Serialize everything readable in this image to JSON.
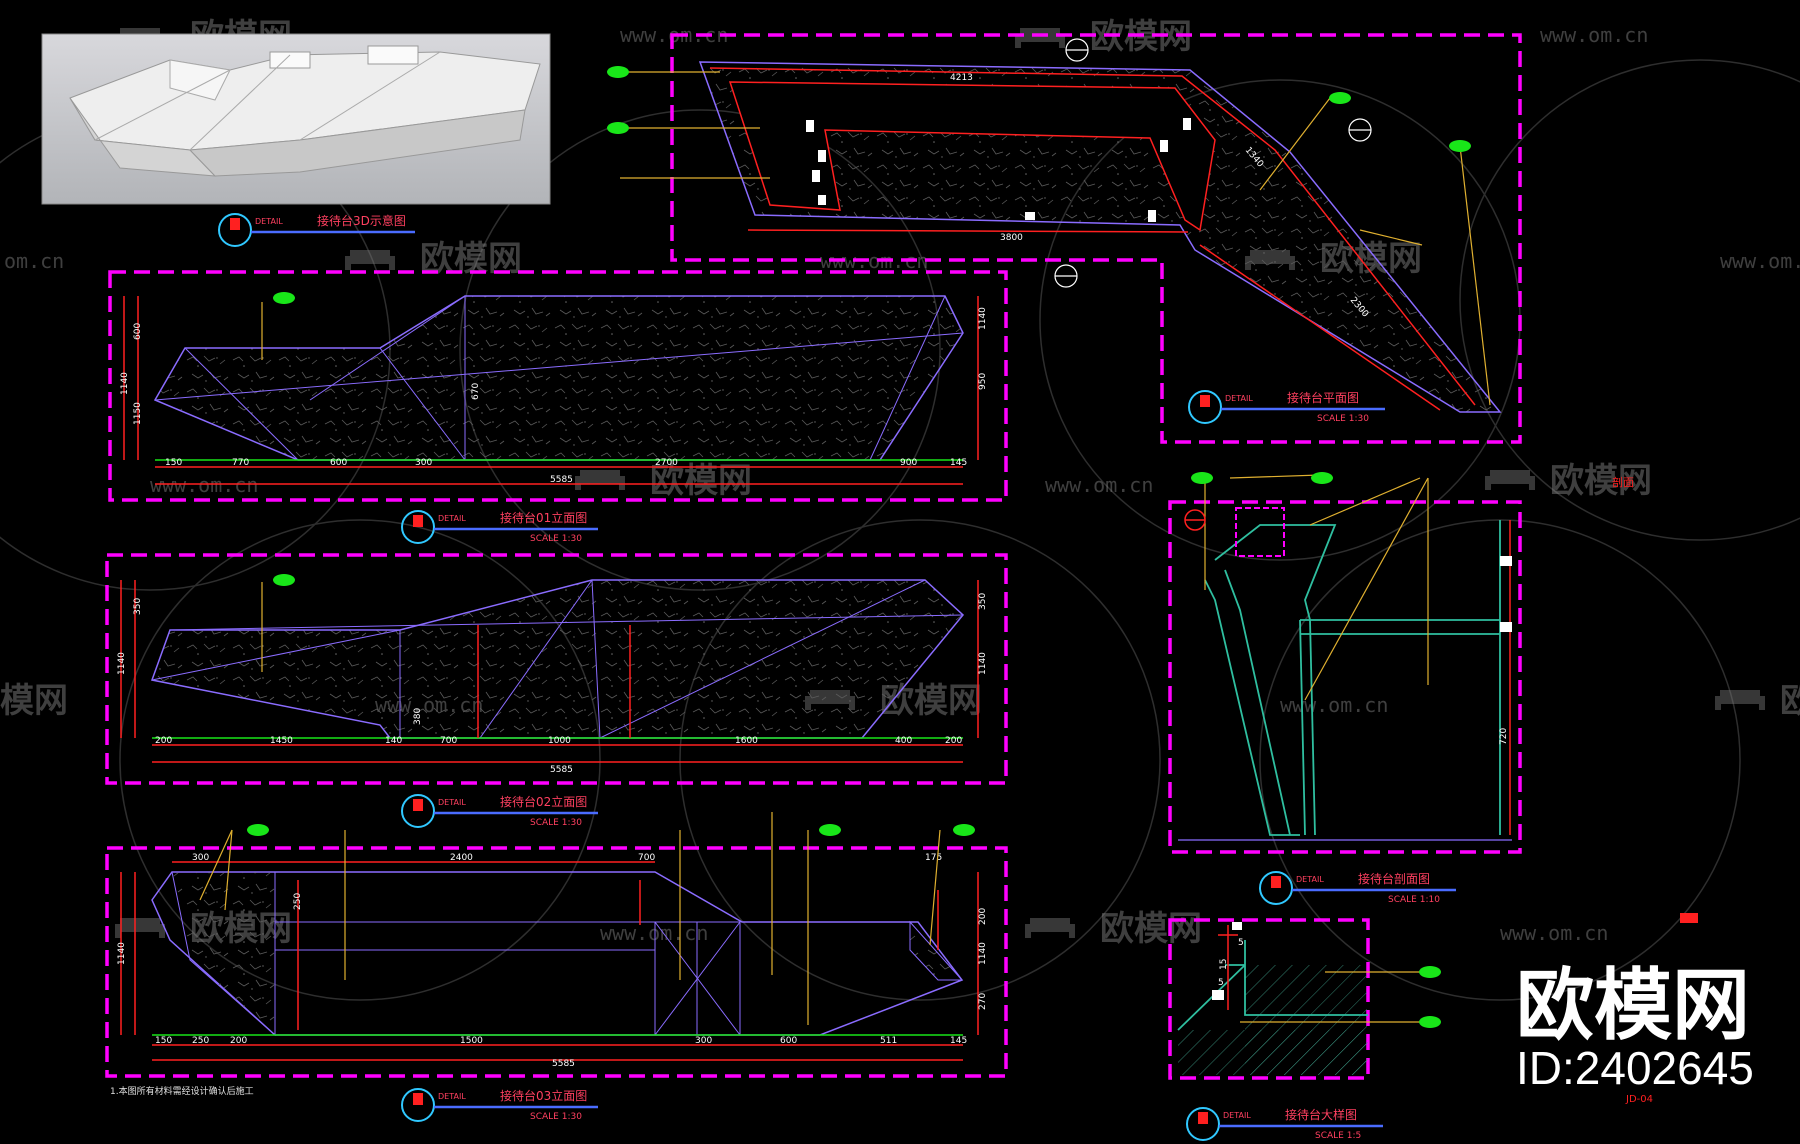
{
  "watermark": {
    "brand": "欧模网",
    "url": "www.om.cn",
    "url_fragment": "om.cn",
    "brand_fragment": "模网"
  },
  "branding": {
    "name": "欧模网",
    "id": "ID:2402645",
    "sheet": "JD-04"
  },
  "colors": {
    "background": "#000000",
    "frame": "#ff00ff",
    "dimension": "#ff2020",
    "outline": "#8a6cff",
    "leader": "#e0b030",
    "tag": "#19e619",
    "section": "#2fbfa0",
    "title_text": "#ff4060",
    "title_line": "#4a6cff",
    "marker_circle": "#30c8ff",
    "note": "#e0e0e0"
  },
  "views": [
    {
      "id": "3d-render",
      "title": "接待台3D示意图",
      "detail": "DETAIL",
      "scale": ""
    },
    {
      "id": "plan",
      "title": "接待台平面图",
      "detail": "DETAIL",
      "scale": "SCALE 1:30"
    },
    {
      "id": "elev-1",
      "title": "接待台01立面图",
      "detail": "DETAIL",
      "scale": "SCALE 1:30"
    },
    {
      "id": "elev-2",
      "title": "接待台02立面图",
      "detail": "DETAIL",
      "scale": "SCALE 1:30"
    },
    {
      "id": "elev-3",
      "title": "接待台03立面图",
      "detail": "DETAIL",
      "scale": "SCALE 1:30"
    },
    {
      "id": "section",
      "title": "接待台剖面图",
      "detail": "DETAIL",
      "scale": "SCALE 1:10"
    },
    {
      "id": "detail",
      "title": "接待台大样图",
      "detail": "DETAIL",
      "scale": "SCALE 1:5"
    }
  ],
  "plan_dims": {
    "top": "4213",
    "bottom": "3800",
    "seg1": "1340",
    "seg2": "2300"
  },
  "elev1_dims": [
    "150",
    "770",
    "600",
    "300",
    "2700",
    "900",
    "145"
  ],
  "elev1_total": "5585",
  "elev1_side": [
    "1140",
    "600",
    "1150",
    "670",
    "950",
    "1140"
  ],
  "elev2_dims": [
    "200",
    "1450",
    "140",
    "700",
    "1000",
    "1600",
    "400",
    "200"
  ],
  "elev2_total": "5585",
  "elev2_side": [
    "1140",
    "350",
    "380",
    "1140",
    "350"
  ],
  "elev3_dims": [
    "150",
    "250",
    "200",
    "1500",
    "300",
    "600",
    "511",
    "145"
  ],
  "elev3_total": "5585",
  "elev3_top": [
    "300",
    "2400",
    "700",
    "175"
  ],
  "elev3_side": [
    "1140",
    "1140",
    "250",
    "200",
    "270"
  ],
  "section_dims": [
    "720"
  ],
  "detail_dims": [
    "5",
    "15",
    "5"
  ],
  "section_ref": "剖面",
  "note": "1.本图所有材料需经设计确认后施工"
}
